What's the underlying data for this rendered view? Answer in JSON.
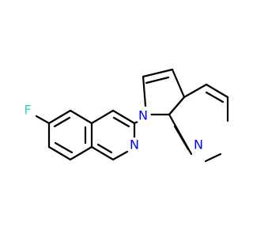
{
  "molecule": {
    "atoms": [
      {
        "id": "F1",
        "symbol": "F",
        "color": "#33cccc"
      },
      {
        "id": "N_pyrrole",
        "symbol": "N",
        "color": "#0000ff"
      },
      {
        "id": "N_pyridine_right",
        "symbol": "N",
        "color": "#0000ff"
      },
      {
        "id": "N_isoquinoline",
        "symbol": "N",
        "color": "#0000ff"
      }
    ]
  }
}
